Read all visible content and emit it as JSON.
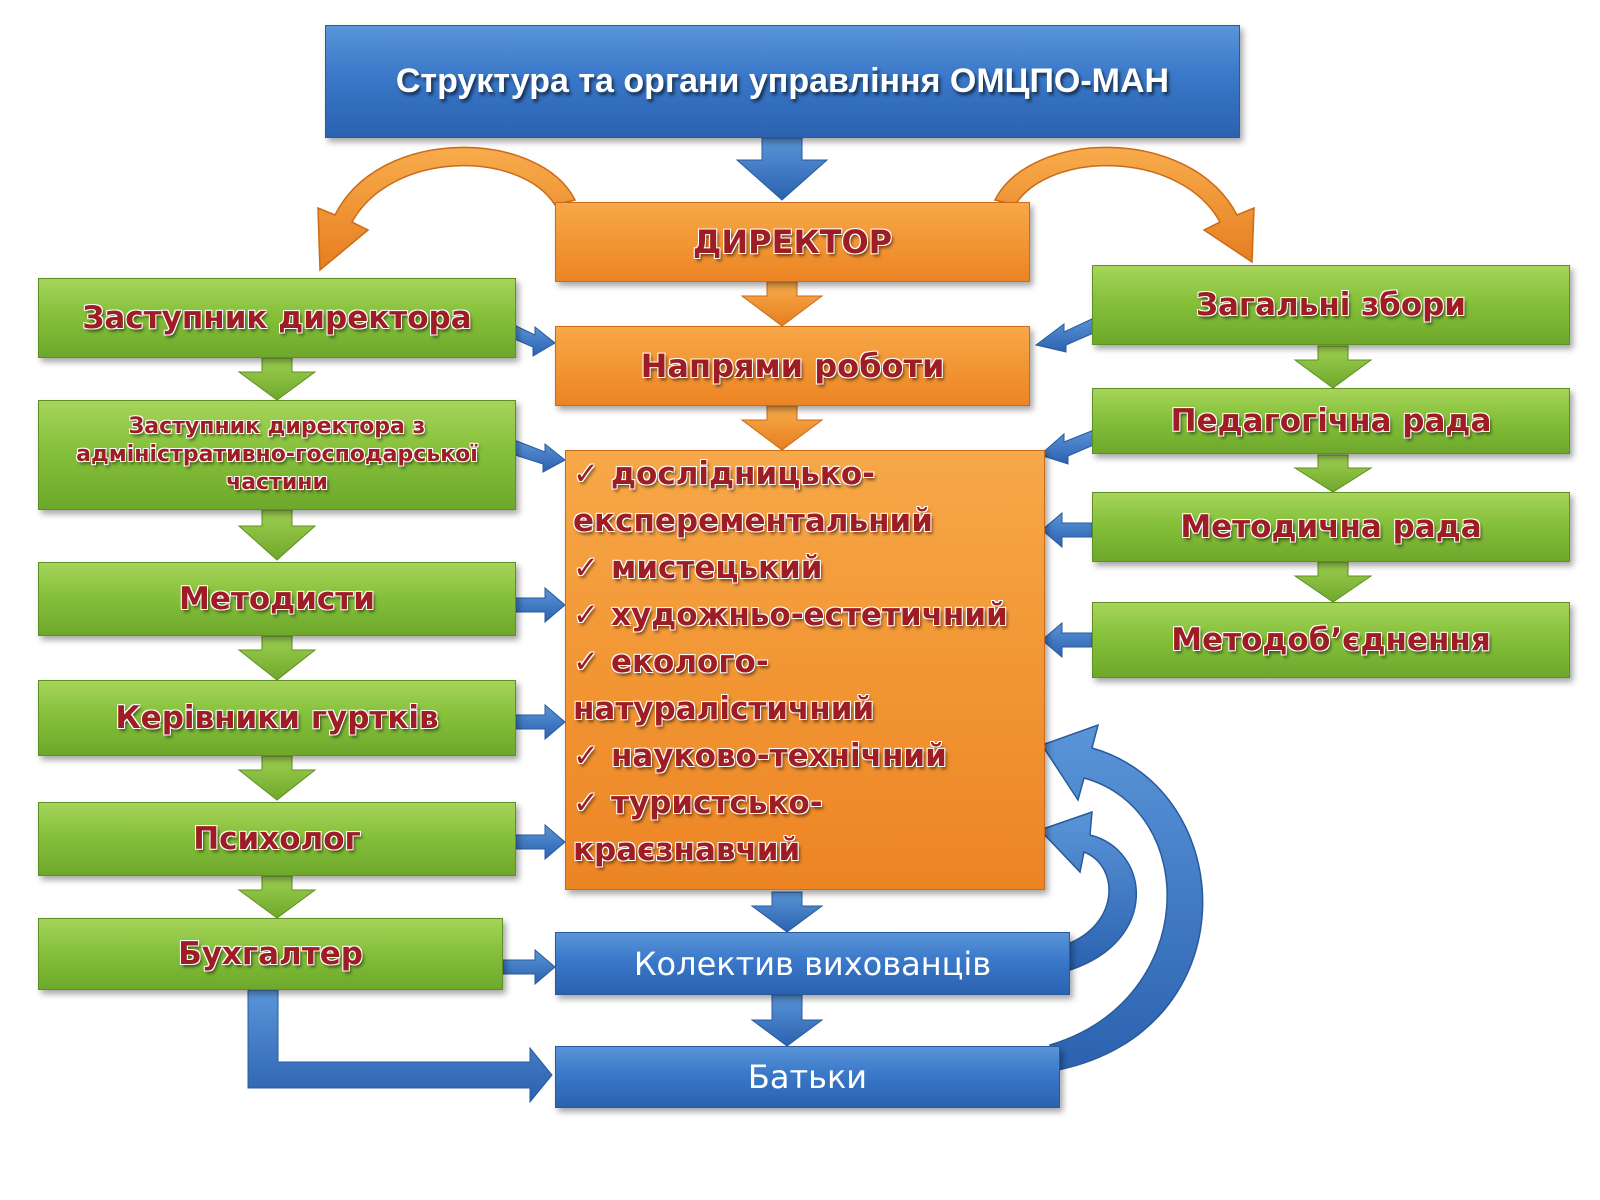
{
  "title": "Структура та органи управління ОМЦПО-МАН",
  "director": "ДИРЕКТОР",
  "directions_header": "Напрями роботи",
  "directions": [
    "дослідницько-експерементальний",
    "мистецький",
    "художньо-естетичний",
    "еколого-натуралістичний",
    "науково-технічний",
    "туристсько-краєзнавчий"
  ],
  "check_mark": "✓",
  "left_column": [
    "Заступник директора",
    "Заступник директора з адміністративно-господарської частини",
    "Методисти",
    "Керівники гуртків",
    "Психолог",
    "Бухгалтер"
  ],
  "right_column": [
    "Загальні збори",
    "Педагогічна рада",
    "Методична рада",
    "Методоб’єднення"
  ],
  "students": "Колектив вихованців",
  "parents": "Батьки",
  "colors": {
    "blue": "#3a78c9",
    "orange": "#f29634",
    "green": "#86c13b",
    "text_red": "#9e1d24"
  }
}
